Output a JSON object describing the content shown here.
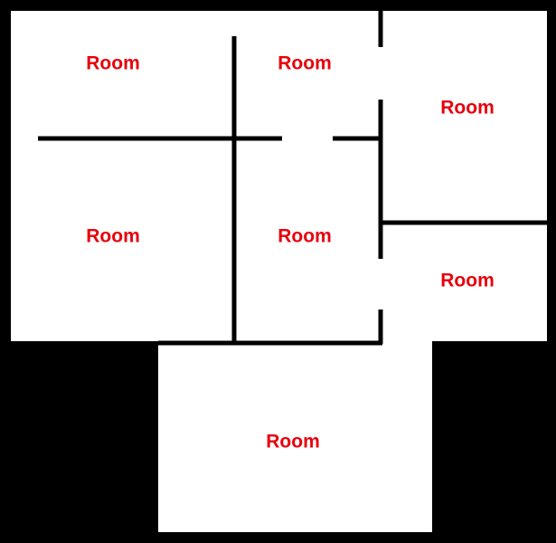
{
  "floorplan": {
    "colors": {
      "background": "#000000",
      "floor": "#ffffff",
      "wall": "#000000",
      "label": "#e8000b"
    },
    "rooms": [
      {
        "label": "Room"
      },
      {
        "label": "Room"
      },
      {
        "label": "Room"
      },
      {
        "label": "Room"
      },
      {
        "label": "Room"
      },
      {
        "label": "Room"
      },
      {
        "label": "Room"
      }
    ]
  }
}
